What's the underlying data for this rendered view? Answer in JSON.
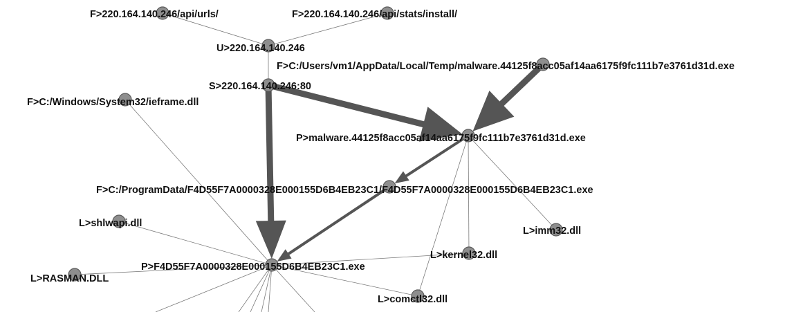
{
  "graph": {
    "nodes": [
      {
        "id": "f_urls",
        "label": "F>220.164.140.246/api/urls/"
      },
      {
        "id": "f_install",
        "label": "F>220.164.140.246/api/stats/install/"
      },
      {
        "id": "u_ip",
        "label": "U>220.164.140.246"
      },
      {
        "id": "f_temp",
        "label": "F>C:/Users/vm1/AppData/Local/Temp/malware.44125f8acc05af14aa6175f9fc111b7e3761d31d.exe"
      },
      {
        "id": "s_ip",
        "label": "S>220.164.140.246:80"
      },
      {
        "id": "f_ieframe",
        "label": "F>C:/Windows/System32/ieframe.dll"
      },
      {
        "id": "p_malware",
        "label": "P>malware.44125f8acc05af14aa6175f9fc111b7e3761d31d.exe"
      },
      {
        "id": "f_programdata",
        "label": "F>C:/ProgramData/F4D55F7A0000328E000155D6B4EB23C1/F4D55F7A0000328E000155D6B4EB23C1.exe"
      },
      {
        "id": "l_shlwapi",
        "label": "L>shlwapi.dll"
      },
      {
        "id": "l_imm32",
        "label": "L>imm32.dll"
      },
      {
        "id": "l_kernel32",
        "label": "L>kernel32.dll"
      },
      {
        "id": "p_f4d",
        "label": "P>F4D55F7A0000328E000155D6B4EB23C1.exe"
      },
      {
        "id": "l_rasman",
        "label": "L>RASMAN.DLL"
      },
      {
        "id": "l_comctl32",
        "label": "L>comctl32.dll"
      }
    ]
  }
}
